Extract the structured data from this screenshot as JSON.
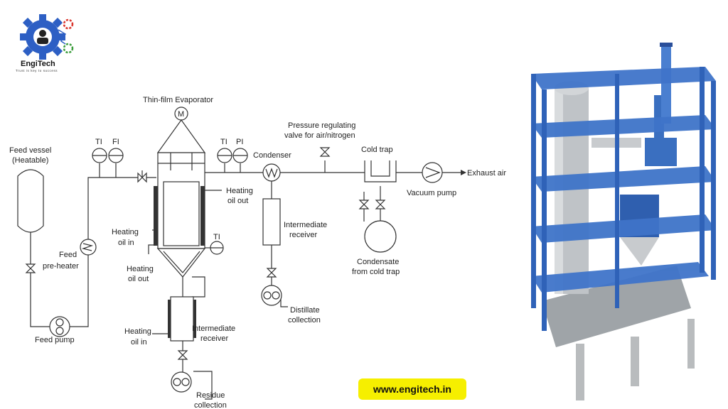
{
  "brand": {
    "name": "EngiTech",
    "tagline": "Trust is key to success",
    "website": "www.engitech.in"
  },
  "colors": {
    "accent": "#f6ef00",
    "brand_blue": "#2d5fc4",
    "frame_blue": "#3a6fc0",
    "line": "#333333"
  },
  "icons": [
    "gear-logo-icon",
    "motor-icon",
    "heat-exchanger-icon",
    "pump-icon",
    "valve-icon",
    "vacuum-pump-icon"
  ],
  "diagram": {
    "evaporator": "Thin-film Evaporator",
    "motor": "M",
    "feed_vessel_1": "Feed vessel",
    "feed_vessel_2": "(Heatable)",
    "feed_preheater_1": "Feed",
    "feed_preheater_2": "pre-heater",
    "feed_pump": "Feed pump",
    "ti": "TI",
    "fi": "FI",
    "pi": "PI",
    "condenser": "Condenser",
    "pressure_valve_1": "Pressure regulating",
    "pressure_valve_2": "valve for air/nitrogen",
    "cold_trap": "Cold trap",
    "exhaust_air": "Exhaust air",
    "vacuum_pump": "Vacuum pump",
    "heating_oil_out": "Heating",
    "heating_oil_out_2": "oil out",
    "heating_oil_in": "Heating",
    "heating_oil_in_2": "oil in",
    "intermediate_receiver_1": "Intermediate",
    "intermediate_receiver_2": "receiver",
    "distillate_1": "Distillate",
    "distillate_2": "collection",
    "condensate_1": "Condensate",
    "condensate_2": "from cold trap",
    "residue_1": "Residue",
    "residue_2": "collection"
  }
}
